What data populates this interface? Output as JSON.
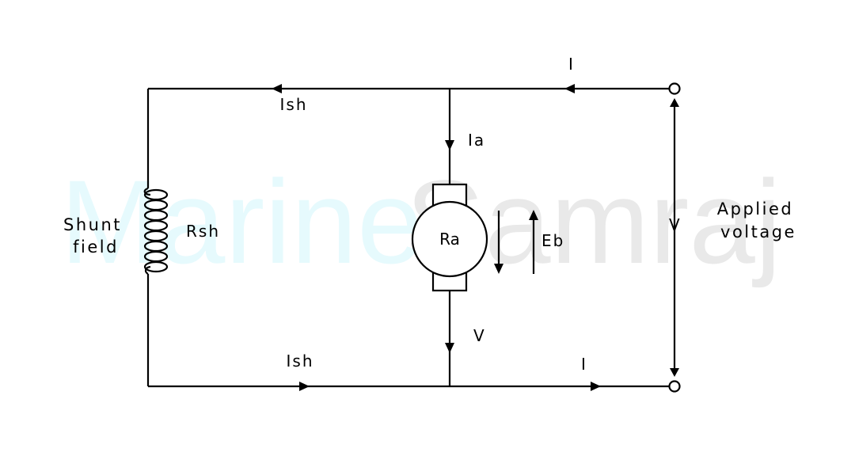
{
  "watermark": {
    "text_left": "Marine",
    "text_right": "Samraj",
    "color_left": "#e6fafd",
    "color_right": "#e9e9e9"
  },
  "labels": {
    "current_in": "I",
    "current_out": "I",
    "shunt_current_top": "Ish",
    "shunt_current_bottom": "Ish",
    "armature_current": "Ia",
    "armature_resistance": "Ra",
    "back_emf": "Eb",
    "armature_voltage": "V",
    "supply_voltage": "V",
    "shunt_resistance": "Rsh",
    "shunt_field_line1": "Shunt",
    "shunt_field_line2": "field",
    "applied_voltage_line1": "Applied",
    "applied_voltage_line2": "voltage"
  },
  "colors": {
    "wire": "#000000",
    "background": "#ffffff"
  }
}
